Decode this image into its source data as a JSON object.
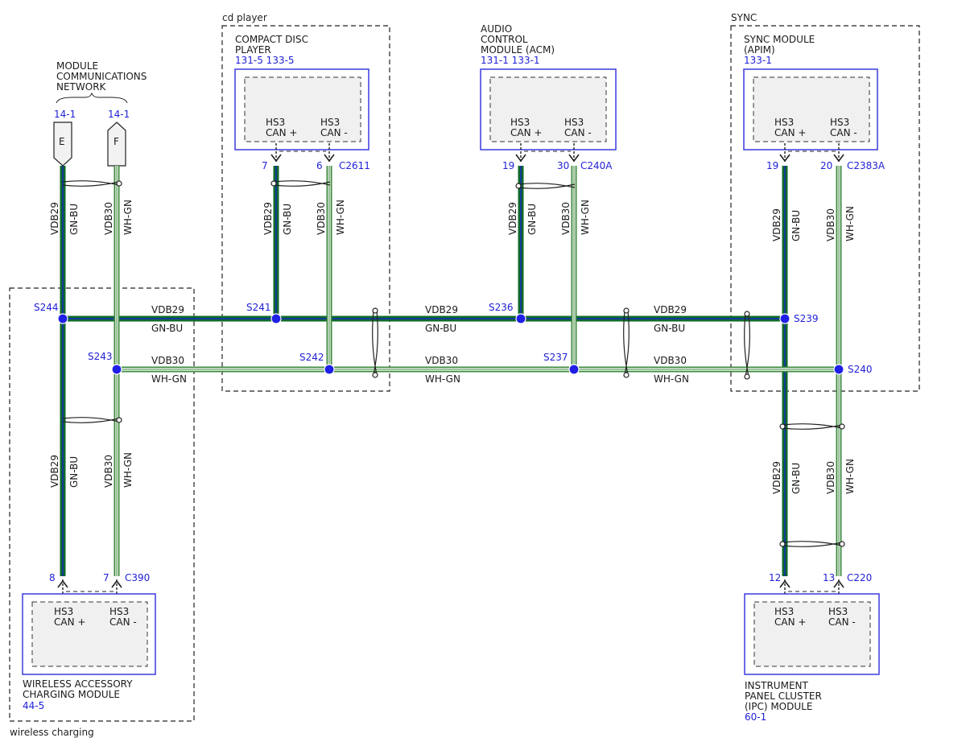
{
  "groups": {
    "cd": "cd player",
    "sync": "SYNC",
    "wireless": "wireless charging"
  },
  "network": {
    "title_1": "MODULE",
    "title_2": "COMMUNICATIONS",
    "title_3": "NETWORK",
    "ref_e": "14-1",
    "ref_f": "14-1",
    "conn_e": "E",
    "conn_f": "F"
  },
  "modules": {
    "cd": {
      "name_1": "COMPACT DISC",
      "name_2": "PLAYER",
      "refs": "131-5  133-5",
      "pin_plus_1": "HS3",
      "pin_plus_2": "CAN +",
      "pin_minus_1": "HS3",
      "pin_minus_2": "CAN -",
      "pin_a": "7",
      "pin_b": "6",
      "connector": "C2611"
    },
    "acm": {
      "name_1": "AUDIO",
      "name_2": "CONTROL",
      "name_3": "MODULE (ACM)",
      "refs": "131-1  133-1",
      "pin_plus_1": "HS3",
      "pin_plus_2": "CAN +",
      "pin_minus_1": "HS3",
      "pin_minus_2": "CAN -",
      "pin_a": "19",
      "pin_b": "30",
      "connector": "C240A"
    },
    "apim": {
      "name_1": "SYNC MODULE",
      "name_2": "(APIM)",
      "refs": "133-1",
      "pin_plus_1": "HS3",
      "pin_plus_2": "CAN +",
      "pin_minus_1": "HS3",
      "pin_minus_2": "CAN -",
      "pin_a": "19",
      "pin_b": "20",
      "connector": "C2383A"
    },
    "wacm": {
      "name_1": "WIRELESS ACCESSORY",
      "name_2": "CHARGING MODULE",
      "refs": "44-5",
      "pin_plus_1": "HS3",
      "pin_plus_2": "CAN +",
      "pin_minus_1": "HS3",
      "pin_minus_2": "CAN -",
      "pin_a": "8",
      "pin_b": "7",
      "connector": "C390"
    },
    "ipc": {
      "name_1": "INSTRUMENT",
      "name_2": "PANEL CLUSTER",
      "name_3": "(IPC) MODULE",
      "refs": "60-1",
      "pin_plus_1": "HS3",
      "pin_plus_2": "CAN +",
      "pin_minus_1": "HS3",
      "pin_minus_2": "CAN -",
      "pin_a": "12",
      "pin_b": "13",
      "connector": "C220"
    }
  },
  "splices": {
    "s244": "S244",
    "s243": "S243",
    "s241": "S241",
    "s242": "S242",
    "s236": "S236",
    "s237": "S237",
    "s239": "S239",
    "s240": "S240"
  },
  "wires": {
    "plus_circuit": "VDB29",
    "plus_color": "GN-BU",
    "minus_circuit": "VDB30",
    "minus_color": "WH-GN"
  },
  "colors": {
    "module_outline": "#3a3adf",
    "reference_text": "#1f1fd6",
    "splice": "#1f1fe6",
    "plus_wire": "#0e6a2a",
    "minus_wire": "#3e8a3e"
  }
}
